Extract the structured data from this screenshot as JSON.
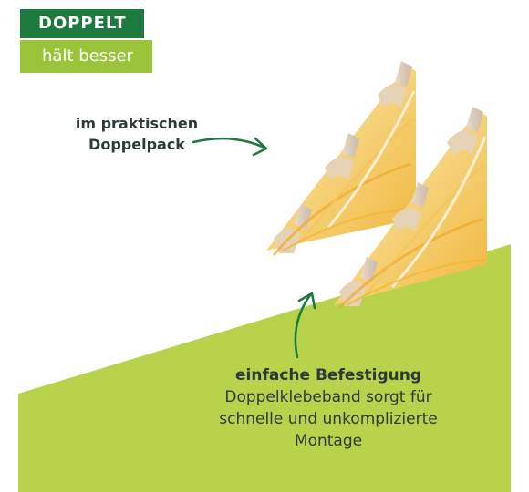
{
  "badge": {
    "line1": "DOPPELT",
    "line2": "hält besser"
  },
  "callout_pack": {
    "line1": "im praktischen",
    "line2": "Doppelpack"
  },
  "callout_mount": {
    "title": "einfache Befestigung",
    "line1": "Doppelklebeband sorgt für",
    "line2": "schnelle und unkomplizierte",
    "line3": "Montage"
  },
  "colors": {
    "badge_dark": "#1c7a3e",
    "badge_light": "#9bc43a",
    "slope": "#b8d24c",
    "arrow": "#1c7a3e",
    "text": "#2e3a3a",
    "corner_gold": "#f2b733",
    "corner_light": "#fbe5a5"
  },
  "icons": {
    "arrow_pack": "curved-arrow-right-icon",
    "arrow_mount": "curved-arrow-up-icon"
  }
}
